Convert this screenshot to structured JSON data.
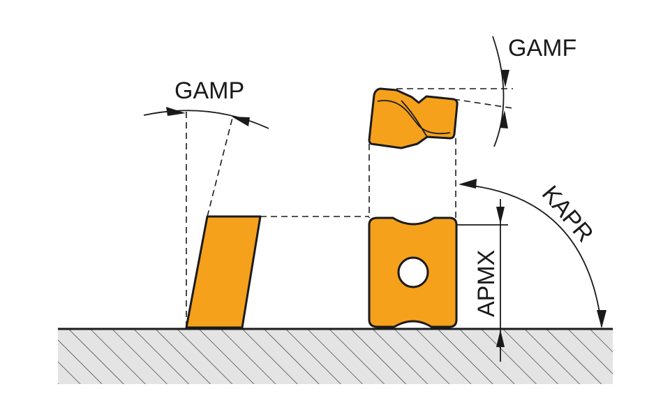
{
  "labels": {
    "gamp": "GAMP",
    "gamf": "GAMF",
    "kapr": "KAPR",
    "apmx": "APMX"
  },
  "colors": {
    "insert_fill": "#f5a11c",
    "outline": "#1a1a1a",
    "workpiece_fill": "#e4e4e4"
  },
  "icons": {
    "workpiece": "hatched-ground",
    "insert_side": "side-view-insert",
    "insert_front": "front-view-insert",
    "insert_top": "top-view-insert"
  }
}
